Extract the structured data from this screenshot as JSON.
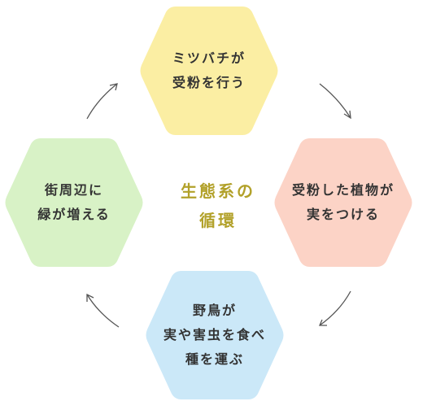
{
  "colors": {
    "top": "#fbeea3",
    "right": "#fcd3c6",
    "bottom": "#cbe8f8",
    "left": "#d8f2c6",
    "center_text": "#b2a12a",
    "text": "#333333",
    "arrow": "#555555"
  },
  "center": {
    "line1": "生態系の",
    "line2": "循環"
  },
  "nodes": {
    "top": {
      "line1": "ミツバチが",
      "line2": "受粉を行う"
    },
    "right": {
      "line1": "受粉した植物が",
      "line2": "実をつける"
    },
    "bottom": {
      "line1": "野鳥が",
      "line2": "実や害虫を食べ",
      "line3": "種を運ぶ"
    },
    "left": {
      "line1": "街周辺に",
      "line2": "緑が増える"
    }
  }
}
